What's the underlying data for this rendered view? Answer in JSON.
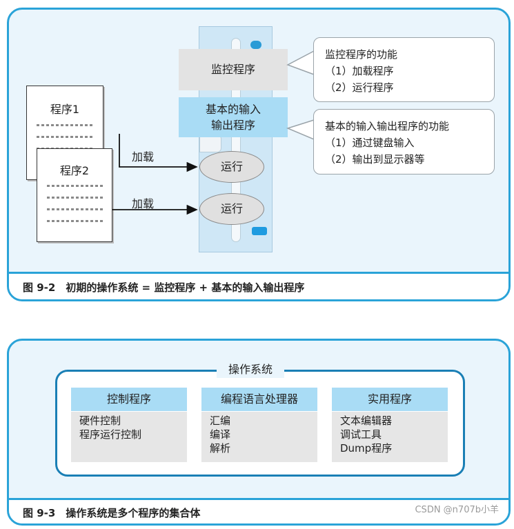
{
  "figure1": {
    "monitor_box": "监控程序",
    "io_box": [
      "基本的输入",
      "输出程序"
    ],
    "program1": "程序1",
    "program2": "程序2",
    "load_label_1": "加载",
    "load_label_2": "加载",
    "run_label_1": "运行",
    "run_label_2": "运行",
    "callout_monitor": [
      "监控程序的功能",
      "（1）加载程序",
      "（2）运行程序"
    ],
    "callout_io": [
      "基本的输入输出程序的功能",
      "（1）通过键盘输入",
      "（2）输出到显示器等"
    ],
    "caption": "图 9-2　初期的操作系统 = 监控程序 + 基本的输入输出程序"
  },
  "figure2": {
    "os_title": "操作系统",
    "columns": [
      {
        "header": "控制程序",
        "items": [
          "硬件控制",
          "程序运行控制"
        ]
      },
      {
        "header": "编程语言处理器",
        "items": [
          "汇编",
          "编译",
          "解析"
        ]
      },
      {
        "header": "实用程序",
        "items": [
          "文本编辑器",
          "调试工具",
          "Dump程序"
        ]
      }
    ],
    "caption": "图 9-3　操作系统是多个程序的集合体"
  },
  "watermark": "CSDN @n707b小羊",
  "colors": {
    "panel_border": "#2aa3d8",
    "panel_bg": "#eaf5fc",
    "header_blue": "#a9dcf5",
    "gray_box": "#e6e6e6",
    "computer_blue": "#cfe7f6"
  }
}
